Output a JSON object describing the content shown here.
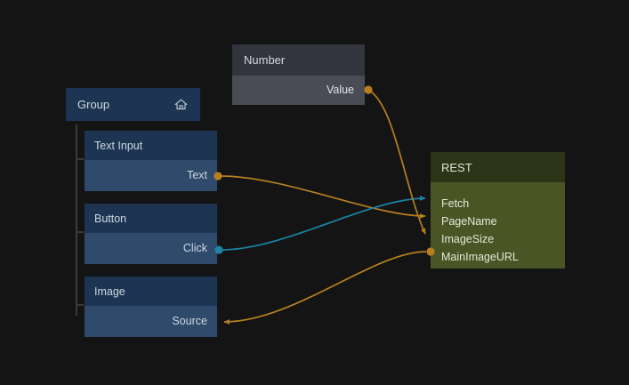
{
  "app": {
    "title": "Node Graph Editor",
    "background_color": "#141414"
  },
  "colors": {
    "blue_node_header": "#1d3553",
    "blue_node_body": "#2f4a6b",
    "gray_node_header": "#32353d",
    "gray_node_body": "#494c55",
    "olive_node_header": "#2c3517",
    "olive_node_body": "#4a5526",
    "orange_link": "#b5801f",
    "teal_link": "#1a85a6",
    "tree_line": "#3a3a3a",
    "label_text": "#cfd8e1"
  },
  "nodes": [
    {
      "id": "group",
      "title": "Group",
      "icon": "home-icon",
      "type": "group",
      "ports": []
    },
    {
      "id": "text_input",
      "title": "Text Input",
      "type": "blue",
      "ports": [
        {
          "label": "Text",
          "direction": "output",
          "shape": "circle",
          "color": "#b5801f"
        }
      ]
    },
    {
      "id": "button",
      "title": "Button",
      "type": "blue",
      "ports": [
        {
          "label": "Click",
          "direction": "output",
          "shape": "circle",
          "color": "#1a85a6"
        }
      ]
    },
    {
      "id": "image",
      "title": "Image",
      "type": "blue",
      "ports": [
        {
          "label": "Source",
          "direction": "input",
          "shape": "arrow",
          "color": "#b5801f"
        }
      ]
    },
    {
      "id": "number",
      "title": "Number",
      "type": "gray",
      "ports": [
        {
          "label": "Value",
          "direction": "output",
          "shape": "circle",
          "color": "#b5801f"
        }
      ]
    },
    {
      "id": "rest",
      "title": "REST",
      "type": "olive",
      "ports": [
        {
          "label": "Fetch",
          "direction": "input",
          "shape": "arrow",
          "color": "#1a85a6"
        },
        {
          "label": "PageName",
          "direction": "input",
          "shape": "arrow",
          "color": "#b5801f"
        },
        {
          "label": "ImageSize",
          "direction": "input",
          "shape": "arrow",
          "color": "#b5801f"
        },
        {
          "label": "MainImageURL",
          "direction": "output",
          "shape": "circle",
          "color": "#b5801f"
        }
      ]
    }
  ],
  "labels": {
    "group": "Group",
    "text_input": "Text Input",
    "text_port": "Text",
    "button": "Button",
    "click_port": "Click",
    "image": "Image",
    "source_port": "Source",
    "number": "Number",
    "value_port": "Value",
    "rest": "REST",
    "fetch_port": "Fetch",
    "pagename_port": "PageName",
    "imagesize_port": "ImageSize",
    "mainimageurl_port": "MainImageURL"
  },
  "connections": [
    {
      "from": "text_input.Text",
      "to": "rest.PageName",
      "color": "#b5801f"
    },
    {
      "from": "button.Click",
      "to": "rest.Fetch",
      "color": "#1a85a6"
    },
    {
      "from": "number.Value",
      "to": "rest.ImageSize",
      "color": "#b5801f"
    },
    {
      "from": "rest.MainImageURL",
      "to": "image.Source",
      "color": "#b5801f"
    }
  ]
}
